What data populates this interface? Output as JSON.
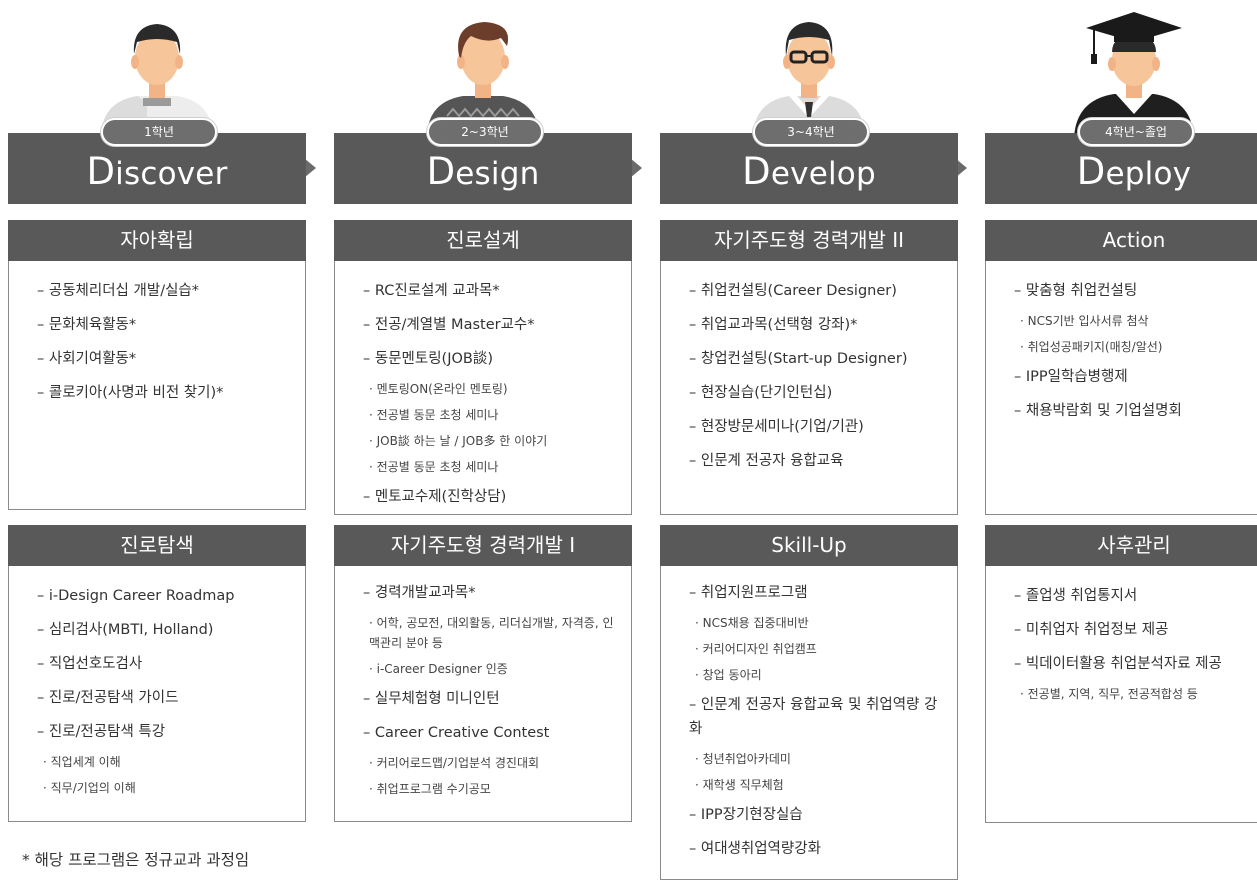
{
  "columns": [
    {
      "year": "1학년",
      "stage_initial": "D",
      "stage_rest": "iscover",
      "sections": [
        {
          "title": "자아확립",
          "items": [
            {
              "text": "– 공동체리더십 개발/실습*"
            },
            {
              "text": "– 문화체육활동*"
            },
            {
              "text": "– 사회기여활동*"
            },
            {
              "text": "– 콜로키아(사명과 비전 찾기)*"
            }
          ]
        },
        {
          "title": "진로탐색",
          "items": [
            {
              "text": "– i-Design Career Roadmap"
            },
            {
              "text": "– 심리검사(MBTI, Holland)"
            },
            {
              "text": "– 직업선호도검사"
            },
            {
              "text": "– 진로/전공탐색 가이드"
            },
            {
              "text": "– 진로/전공탐색 특강"
            },
            {
              "text": "· 직업세계 이해",
              "sub": true
            },
            {
              "text": "· 직무/기업의 이해",
              "sub": true
            }
          ]
        }
      ]
    },
    {
      "year": "2~3학년",
      "stage_initial": "D",
      "stage_rest": "esign",
      "sections": [
        {
          "title": "진로설계",
          "items": [
            {
              "text": "– RC진로설계 교과목*"
            },
            {
              "text": "– 전공/계열별 Master교수*"
            },
            {
              "text": "– 동문멘토링(JOB談)"
            },
            {
              "text": "· 멘토링ON(온라인 멘토링)",
              "sub": true
            },
            {
              "text": "· 전공별 동문 초청 세미나",
              "sub": true
            },
            {
              "text": "· JOB談 하는 날 / JOB多 한 이야기",
              "sub": true
            },
            {
              "text": "· 전공별 동문 초청 세미나",
              "sub": true
            },
            {
              "text": "– 멘토교수제(진학상담)"
            }
          ]
        },
        {
          "title": "자기주도형 경력개발 I",
          "items": [
            {
              "text": "– 경력개발교과목*"
            },
            {
              "text": "· 어학, 공모전, 대외활동, 리더십개발, 자격증, 인맥관리 분야 등",
              "sub": true,
              "wrap": true
            },
            {
              "text": "· i-Career Designer 인증",
              "sub": true
            },
            {
              "text": "– 실무체험형 미니인턴"
            },
            {
              "text": "– Career Creative Contest"
            },
            {
              "text": "· 커리어로드맵/기업분석 경진대회",
              "sub": true
            },
            {
              "text": "· 취업프로그램 수기공모",
              "sub": true
            }
          ]
        }
      ]
    },
    {
      "year": "3~4학년",
      "stage_initial": "D",
      "stage_rest": "evelop",
      "sections": [
        {
          "title": "자기주도형 경력개발 II",
          "items": [
            {
              "text": "– 취업컨설팅(Career Designer)"
            },
            {
              "text": "– 취업교과목(선택형 강좌)*"
            },
            {
              "text": "– 창업컨설팅(Start-up Designer)"
            },
            {
              "text": "– 현장실습(단기인턴십)"
            },
            {
              "text": "– 현장방문세미나(기업/기관)"
            },
            {
              "text": "– 인문계 전공자 융합교육"
            }
          ]
        },
        {
          "title": "Skill-Up",
          "items": [
            {
              "text": "– 취업지원프로그램"
            },
            {
              "text": "· NCS채용 집중대비반",
              "sub": true
            },
            {
              "text": "· 커리어디자인 취업캠프",
              "sub": true
            },
            {
              "text": "· 창업 동아리",
              "sub": true
            },
            {
              "text": "– 인문계 전공자 융합교육 및 취업역량 강화",
              "wrap": true
            },
            {
              "text": "· 청년취업아카데미",
              "sub": true
            },
            {
              "text": "· 재학생 직무체험",
              "sub": true
            },
            {
              "text": "– IPP장기현장실습"
            },
            {
              "text": "– 여대생취업역량강화"
            }
          ]
        }
      ]
    },
    {
      "year": "4학년~졸업",
      "stage_initial": "D",
      "stage_rest": "eploy",
      "sections": [
        {
          "title": "Action",
          "items": [
            {
              "text": "– 맞춤형 취업컨설팅"
            },
            {
              "text": "· NCS기반 입사서류 첨삭",
              "sub": true
            },
            {
              "text": "· 취업성공패키지(매칭/알선)",
              "sub": true
            },
            {
              "text": "– IPP일학습병행제"
            },
            {
              "text": "– 채용박람회 및 기업설명회"
            }
          ]
        },
        {
          "title": "사후관리",
          "items": [
            {
              "text": "– 졸업생 취업통지서"
            },
            {
              "text": "– 미취업자 취업정보 제공"
            },
            {
              "text": "– 빅데이터활용 취업분석자료 제공",
              "wrap": true
            },
            {
              "text": "· 전공별, 지역, 직무, 전공적합성 등",
              "sub": true
            }
          ]
        }
      ]
    }
  ],
  "footnote": "* 해당 프로그램은 정규교과 과정임",
  "colors": {
    "header_bg": "#595959",
    "arrow": "#6a6a6a",
    "border": "#8a8a8a"
  },
  "icons": [
    "student-freshman-avatar-icon",
    "student-sophomore-avatar-icon",
    "student-junior-avatar-icon",
    "graduate-avatar-icon",
    "chevron-right-icon"
  ]
}
